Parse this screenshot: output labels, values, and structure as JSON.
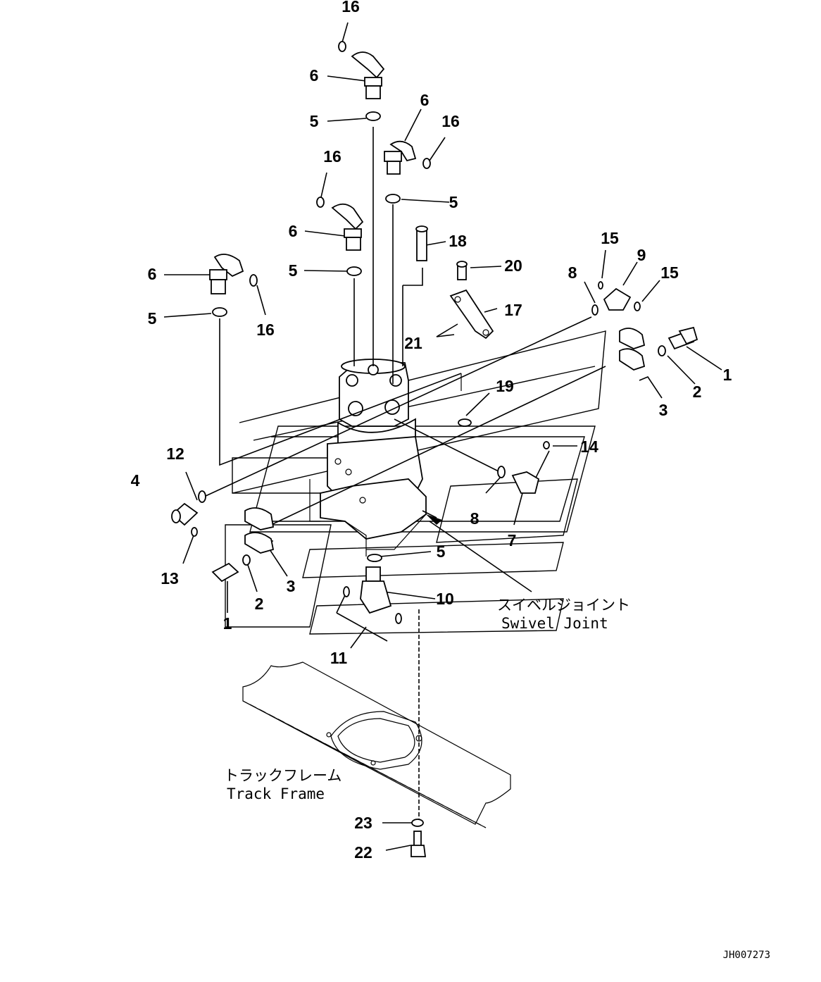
{
  "diagram": {
    "code": "JH007273",
    "labels": {
      "swivel_jp": "スイベルジョイント",
      "swivel_en": "Swivel Joint",
      "track_jp": "トラックフレーム",
      "track_en": "Track Frame"
    },
    "callouts": [
      {
        "id": "c16a",
        "text": "16"
      },
      {
        "id": "c6a",
        "text": "6"
      },
      {
        "id": "c5a",
        "text": "5"
      },
      {
        "id": "c6b",
        "text": "6"
      },
      {
        "id": "c16b",
        "text": "16"
      },
      {
        "id": "c16c",
        "text": "16"
      },
      {
        "id": "c5b",
        "text": "5"
      },
      {
        "id": "c6c",
        "text": "6"
      },
      {
        "id": "c18",
        "text": "18"
      },
      {
        "id": "c5c",
        "text": "5"
      },
      {
        "id": "c20",
        "text": "20"
      },
      {
        "id": "c15a",
        "text": "15"
      },
      {
        "id": "c9",
        "text": "9"
      },
      {
        "id": "c6d",
        "text": "6"
      },
      {
        "id": "c8a",
        "text": "8"
      },
      {
        "id": "c15b",
        "text": "15"
      },
      {
        "id": "c17",
        "text": "17"
      },
      {
        "id": "c5d",
        "text": "5"
      },
      {
        "id": "c16d",
        "text": "16"
      },
      {
        "id": "c21",
        "text": "21"
      },
      {
        "id": "c1a",
        "text": "1"
      },
      {
        "id": "c2a",
        "text": "2"
      },
      {
        "id": "c19",
        "text": "19"
      },
      {
        "id": "c3a",
        "text": "3"
      },
      {
        "id": "c14",
        "text": "14"
      },
      {
        "id": "c12",
        "text": "12"
      },
      {
        "id": "c4",
        "text": "4"
      },
      {
        "id": "c8b",
        "text": "8"
      },
      {
        "id": "c7",
        "text": "7"
      },
      {
        "id": "c5e",
        "text": "5"
      },
      {
        "id": "c13",
        "text": "13"
      },
      {
        "id": "c3b",
        "text": "3"
      },
      {
        "id": "c10",
        "text": "10"
      },
      {
        "id": "c2b",
        "text": "2"
      },
      {
        "id": "c1b",
        "text": "1"
      },
      {
        "id": "c11",
        "text": "11"
      },
      {
        "id": "c23",
        "text": "23"
      },
      {
        "id": "c22",
        "text": "22"
      }
    ]
  }
}
